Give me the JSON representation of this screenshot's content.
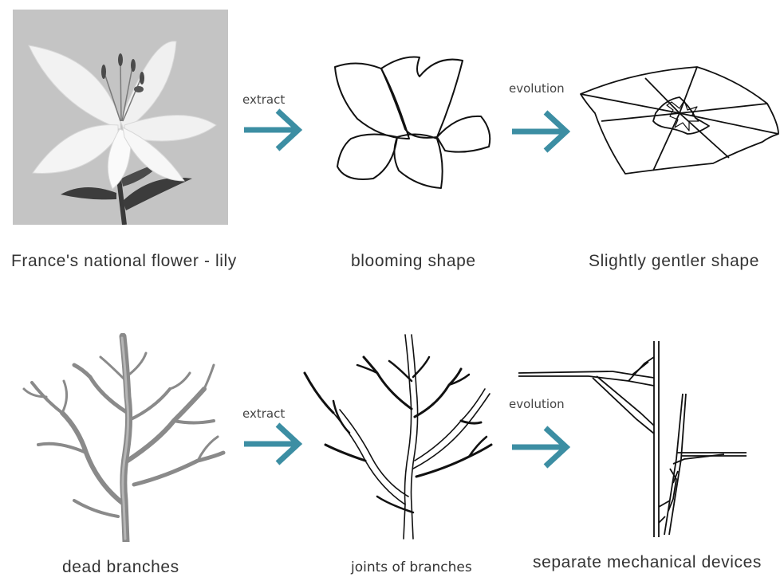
{
  "row1": {
    "step1_caption": "France's national flower - lily",
    "arrow1_label": "extract",
    "step2_caption": "blooming shape",
    "arrow2_label": "evolution",
    "step3_caption": "Slightly gentler shape"
  },
  "row2": {
    "step1_caption": "dead branches",
    "arrow1_label": "extract",
    "step2_caption": "joints of branches",
    "arrow2_label": "evolution",
    "step3_caption": "separate mechanical devices"
  },
  "colors": {
    "arrow": "#3c8ea3",
    "photo_bg": "#c4c4c4",
    "ink": "#111111"
  },
  "icons": {
    "arrow": "right-arrow-icon"
  }
}
